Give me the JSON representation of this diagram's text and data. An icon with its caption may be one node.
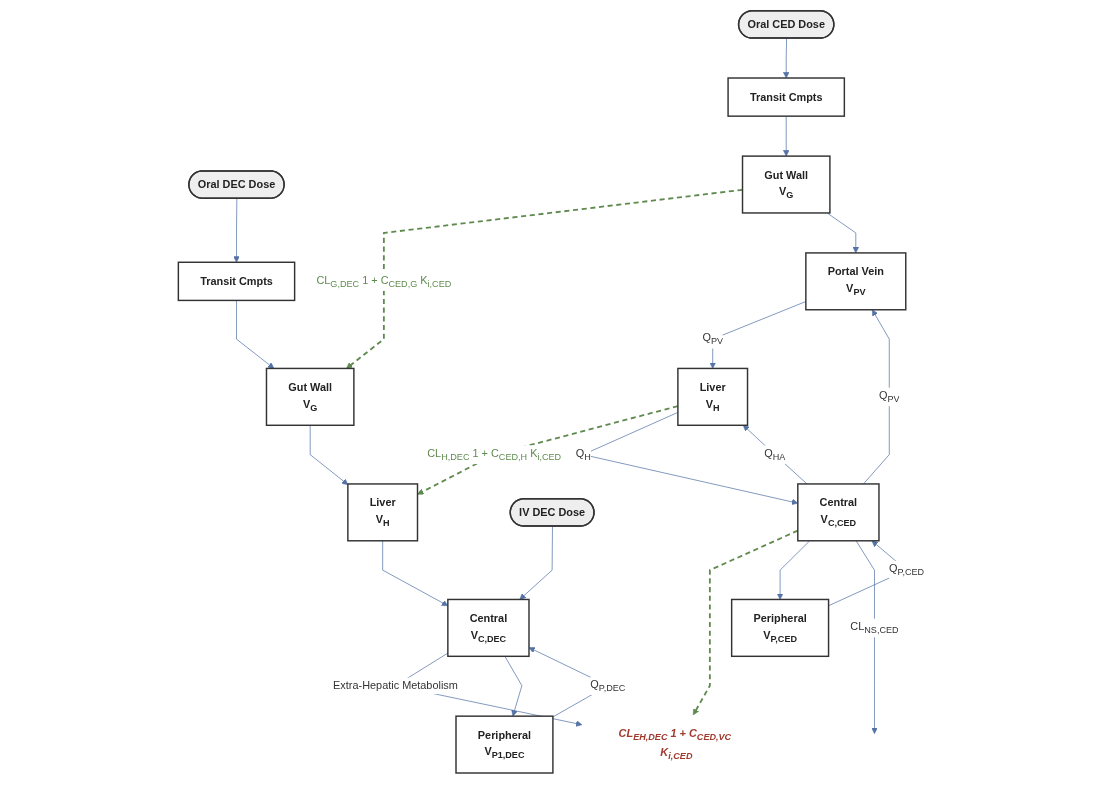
{
  "diagram": {
    "nodes": [
      {
        "text": [
          "Oral DEC Dose"
        ]
      },
      {
        "text": [
          "Transit Cmpts"
        ]
      },
      {
        "text": [
          "Gut Wall",
          "V$_{G}$"
        ]
      },
      {
        "text": [
          "Liver",
          "V$_{H}$"
        ]
      },
      {
        "text": [
          "IV DEC Dose"
        ]
      },
      {
        "text": [
          "Central",
          "V$_{C,DEC}$"
        ]
      },
      {
        "text": [
          "Peripheral",
          "V$_{P1,DEC}$"
        ]
      },
      {
        "text": [
          "CL$_{EH,DEC}$ 1 + C$_{CED,V}$$_{C}$ K$_{i,CED}$"
        ]
      },
      {
        "text": [
          "Transit Cmpts"
        ]
      },
      {
        "text": [
          "Gut Wall",
          "V$_{G}$"
        ]
      },
      {
        "text": [
          "Portal Vein",
          "V$_{PV}$"
        ]
      },
      {
        "text": [
          "Liver",
          "V$_{H}$"
        ]
      },
      {
        "text": [
          "Oral CED Dose"
        ]
      },
      {
        "text": [
          "Peripheral",
          "V$_{P,CED}$"
        ]
      },
      {
        "text": [
          "Central",
          "V$_{C,CED}$"
        ]
      }
    ],
    "edges": [
      {
        "from": 0,
        "to": 1,
        "arrow": "to"
      },
      {
        "from": 1,
        "to": 2,
        "arrow": "to"
      },
      {
        "from": 2,
        "to": 3,
        "arrow": "to"
      },
      {
        "from": 3,
        "to": 5,
        "arrow": "to"
      },
      {
        "from": 4,
        "to": 5,
        "arrow": "to"
      },
      {
        "from": 5,
        "to": 7,
        "arrow": "to",
        "label": "Extra-Hepatic Metabolism"
      },
      {
        "from": 5,
        "to": 6,
        "arrow": "to"
      },
      {
        "from": 6,
        "to": 5,
        "arrow": "to",
        "label": "Q$_{P,DEC}$"
      },
      {
        "from": 9,
        "to": 2,
        "arrow": "to",
        "style": "dashed",
        "color": "#5f8a4f",
        "label": "CL$_{G,DEC}$ 1 + C$_{CED,G}$ K$_{i,CED}$"
      },
      {
        "from": 11,
        "to": 3,
        "arrow": "to",
        "style": "dashed",
        "color": "#5f8a4f",
        "label": "CL$_{H,DEC}$ 1 + C$_{CED,H}$ K$_{i,CED}$"
      },
      {
        "from": 14,
        "to": 7,
        "arrow": "to",
        "style": "dashed",
        "color": "#5f8a4f"
      },
      {
        "from": 12,
        "to": 8,
        "arrow": "to"
      },
      {
        "from": 8,
        "to": 9,
        "arrow": "to"
      },
      {
        "from": 9,
        "to": 10,
        "arrow": "to"
      },
      {
        "from": 10,
        "to": 11,
        "arrow": "to",
        "label": "Q$_{PV}$"
      },
      {
        "from": 14,
        "to": 10,
        "arrow": "to",
        "label": "Q$_{PV}$"
      },
      {
        "from": 14,
        "to": 11,
        "arrow": "to",
        "label": "Q$_{HA}$"
      },
      {
        "from": 11,
        "to": 14,
        "arrow": "to",
        "label": "Q$_{H}$"
      },
      {
        "from": 14,
        "to": 13,
        "arrow": "to"
      },
      {
        "from": 13,
        "to": 14,
        "arrow": "to",
        "label": "Q$_{P,CED}$"
      },
      {
        "from": 14,
        "to": null,
        "arrow": "to",
        "label": "CL$_{NS,CED}$"
      }
    ]
  }
}
